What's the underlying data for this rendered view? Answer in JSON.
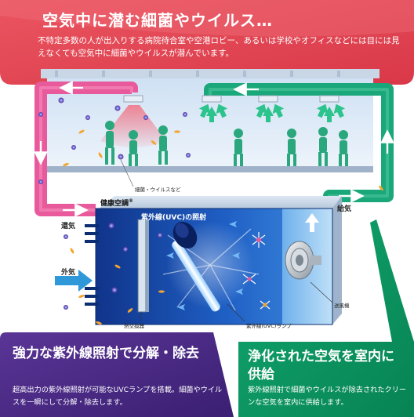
{
  "header": {
    "title": "空気中に潜む細菌やウイルス…",
    "description": "不特定多数の人が出入りする病院待合室や空港ロビー、あるいは学校やオフィスなどには目には見えなくても空気中に細菌やウイルスが潜んでいます。"
  },
  "labels": {
    "bacteria_virus": "細菌・ウイルスなど",
    "unit": "健康空調",
    "unit_mark": "®",
    "uvc_irradiation": "紫外線(UVC)の照射",
    "return_air": "還気",
    "outside_air": "外気",
    "supply_air": "給気",
    "heat_exchanger": "熱交換器",
    "uvc_lamp": "紫外線(UVC)ランプ",
    "blower": "送風機"
  },
  "panels": {
    "left": {
      "title": "強力な紫外線照射で分解・除去",
      "body": "超高出力の紫外線照射が可能なUVCランプを搭載。細菌やウイルスを一瞬にして分解・除去します。"
    },
    "right": {
      "title": "浄化された空気を室内に供給",
      "body": "紫外線照射で細菌やウイルスが除去されたクリーンな空気を室内に供給します。"
    }
  },
  "colors": {
    "header_red": "#e64650",
    "pink_duct": "#e85a9c",
    "green_duct": "#1aa77a",
    "left_panel_purple": "#4c2b86",
    "right_panel_green": "#0d9a64",
    "unit_blue": "#1a4fb0"
  }
}
